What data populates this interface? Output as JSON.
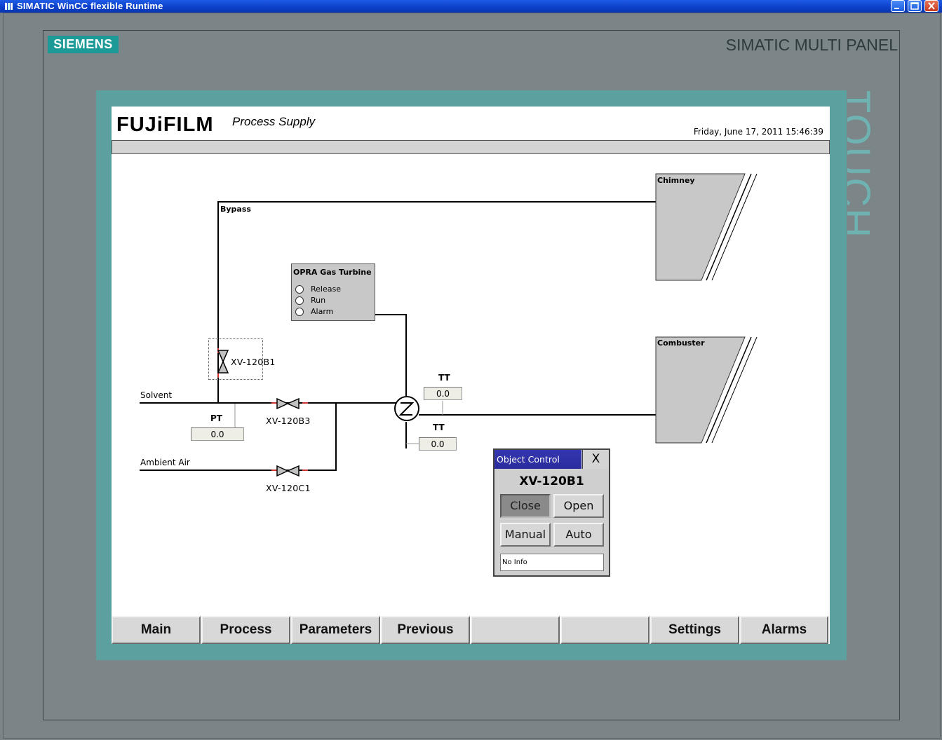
{
  "window": {
    "title": "SIMATIC WinCC flexible Runtime"
  },
  "panel": {
    "maker_logo": "SIEMENS",
    "model_label": "SIMATIC MULTI PANEL",
    "touch_label": "TOUCH"
  },
  "header": {
    "brand": "FUJiFILM",
    "brand_subtitle": "Process Supply",
    "datetime": "Friday, June 17, 2011 15:46:39"
  },
  "process": {
    "bypass_label": "Bypass",
    "solvent_label": "Solvent",
    "ambient_air_label": "Ambient Air",
    "pt_label": "PT",
    "pt_value": "0.0",
    "tt1_label": "TT",
    "tt1_value": "0.0",
    "tt2_label": "TT",
    "tt2_value": "0.0",
    "valves": {
      "bypass": "XV-120B1",
      "solvent": "XV-120B3",
      "air": "XV-120C1"
    },
    "turbine": {
      "title": "OPRA Gas Turbine",
      "states": [
        "Release",
        "Run",
        "Alarm"
      ]
    },
    "chimney_label": "Chimney",
    "combuster_label": "Combuster"
  },
  "object_control": {
    "title": "Object Control",
    "close_x": "X",
    "tag": "XV-120B1",
    "buttons": {
      "close": "Close",
      "open": "Open",
      "manual": "Manual",
      "auto": "Auto"
    },
    "info": "No Info"
  },
  "nav": {
    "buttons": [
      "Main",
      "Process",
      "Parameters",
      "Previous",
      "",
      "",
      "Settings",
      "Alarms"
    ]
  },
  "colors": {
    "title_bar": "#0b3fc8",
    "panel_frame": "#5da0a0",
    "siemens_teal": "#1b9a97",
    "popup_header": "#2a2c9c"
  }
}
